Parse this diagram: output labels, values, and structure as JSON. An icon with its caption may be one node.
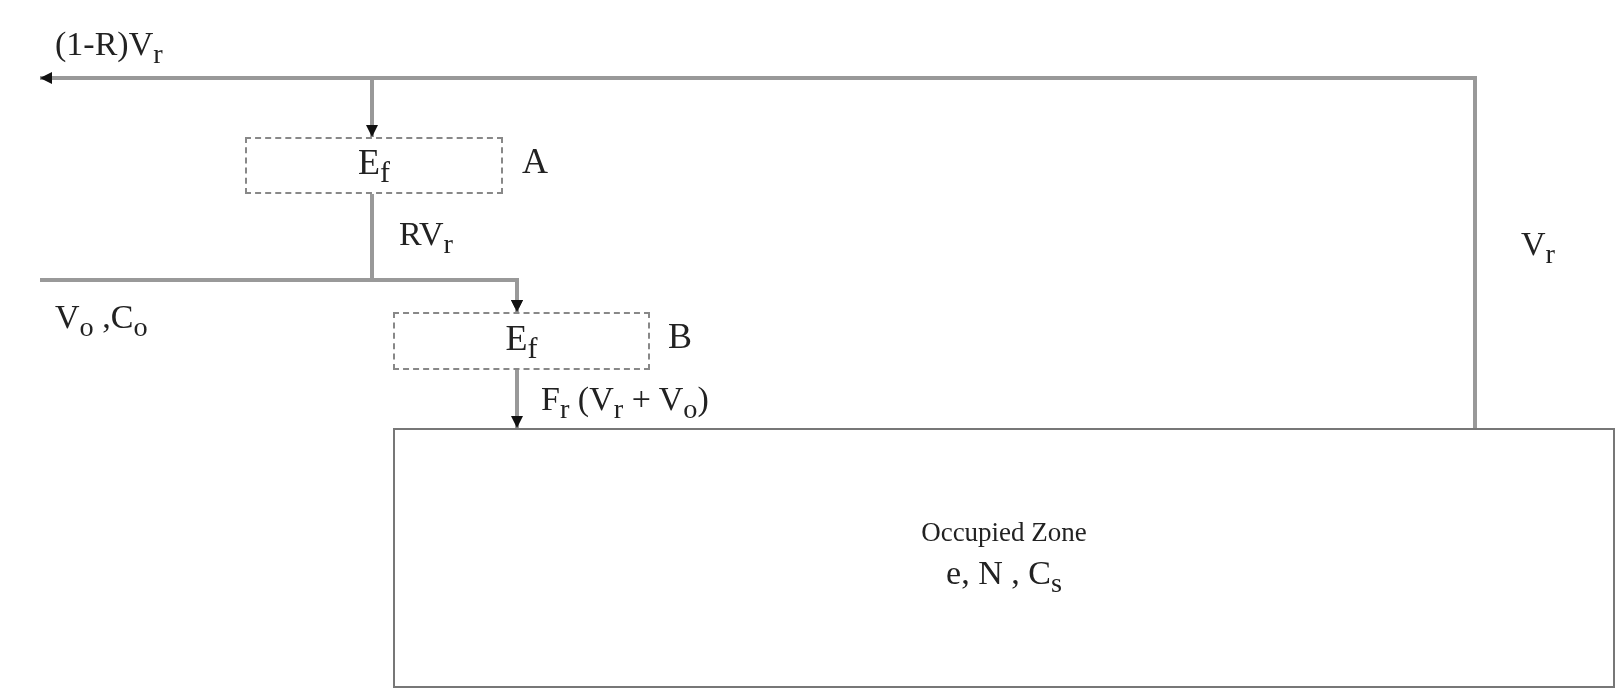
{
  "diagram": {
    "nodes": [
      {
        "text": [
          "Occupied Zone",
          "e, N , C$_{s}$"
        ]
      },
      {
        "text": [
          "E$_{f}$"
        ],
        "beside": [
          "A"
        ]
      },
      {
        "text": [
          "E$_{f}$"
        ],
        "beside": [
          "B"
        ]
      }
    ],
    "edges": [
      {
        "from": 0,
        "to": null,
        "arrow": "to",
        "label": "(1-R)V$_{r}$"
      },
      {
        "from": 0,
        "to": 1,
        "arrow": "to",
        "label": "V$_{r}$"
      },
      {
        "from": 1,
        "to": 2,
        "arrow": "to",
        "label": "RV$_{r}$"
      },
      {
        "from": null,
        "to": 2,
        "arrow": "to",
        "label": "V$_{o}$ ,C$_{o}$"
      },
      {
        "from": 2,
        "to": 0,
        "arrow": "to",
        "label": "F$_{r}$ (V$_{r}$ + V$_{o}$)"
      }
    ]
  }
}
